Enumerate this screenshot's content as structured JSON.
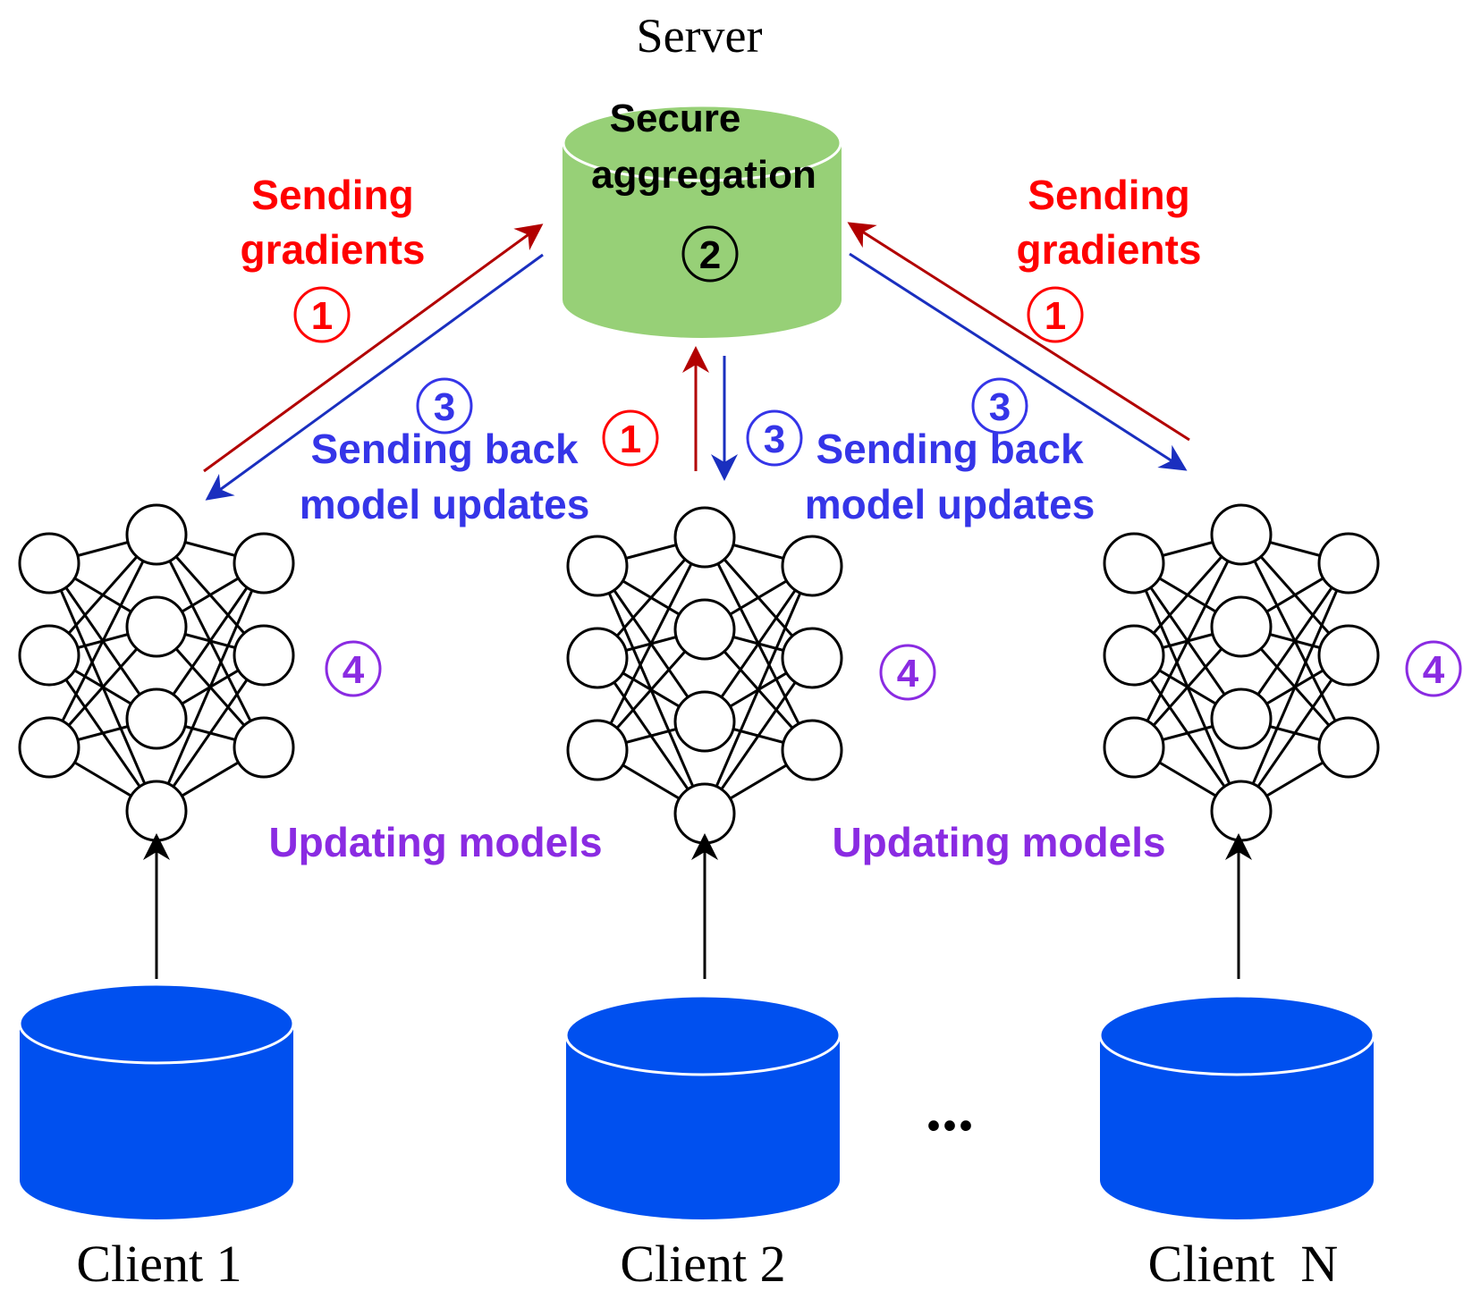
{
  "server": {
    "title": "Server",
    "aggregation_label_line1": "Secure",
    "aggregation_label_line2": "aggregation",
    "step_marker": "2"
  },
  "labels": {
    "sending_gradients_left_line1": "Sending",
    "sending_gradients_left_line2": "gradients",
    "sending_gradients_right_line1": "Sending",
    "sending_gradients_right_line2": "gradients",
    "sending_back_left_line1": "Sending back",
    "sending_back_left_line2": "model updates",
    "sending_back_right_line1": "Sending back",
    "sending_back_right_line2": "model updates",
    "updating_models_left": "Updating models",
    "updating_models_right": "Updating models",
    "ellipsis": "..."
  },
  "steps": {
    "send": "1",
    "aggregate": "2",
    "send_back": "3",
    "update": "4"
  },
  "clients": [
    {
      "label": "Client 1"
    },
    {
      "label": "Client 2"
    },
    {
      "label": "Client  N"
    }
  ],
  "colors": {
    "server_db_fill": "#97d077",
    "client_db_fill": "#0050ef",
    "send_text": "#ff0000",
    "send_arrow": "#b20000",
    "back_text": "#3535e8",
    "back_arrow": "#1a2fbf",
    "update_text": "#8a2be2",
    "ink": "#000000"
  }
}
